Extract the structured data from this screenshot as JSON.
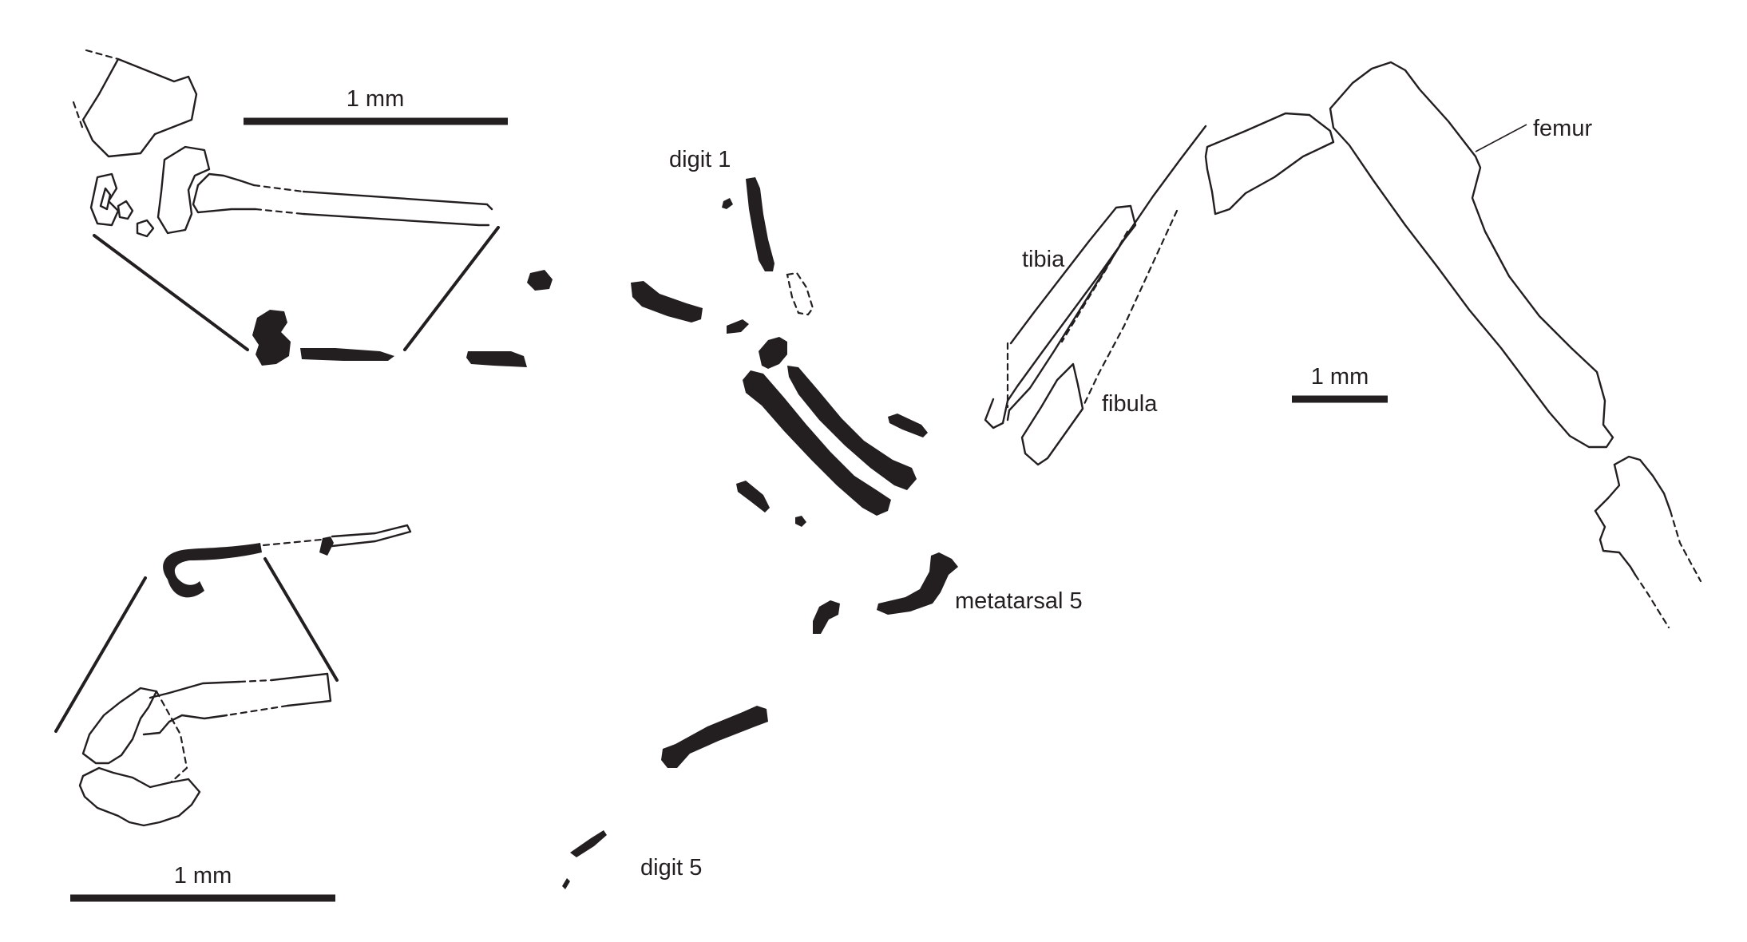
{
  "labels": {
    "digit1": "digit 1",
    "digit5": "digit 5",
    "metatarsal5": "metatarsal 5",
    "tibia": "tibia",
    "fibula": "fibula",
    "femur": "femur"
  },
  "scale_bars": {
    "top_left": "1 mm",
    "bottom_left": "1 mm",
    "right": "1 mm"
  },
  "colors": {
    "ink": "#231f20",
    "background": "#ffffff"
  }
}
